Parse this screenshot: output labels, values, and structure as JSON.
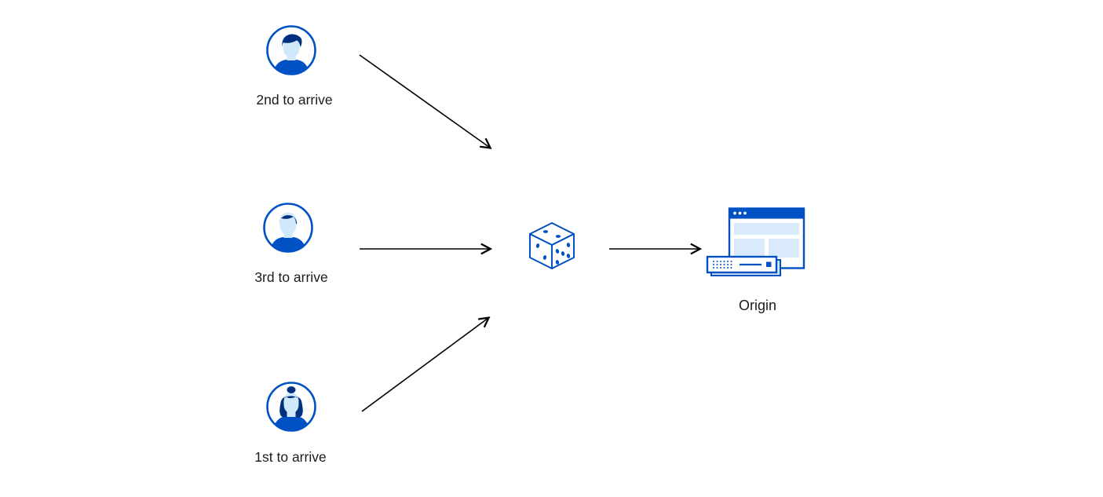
{
  "title": "Random traffic steering diagram",
  "colors": {
    "background": "#ffffff",
    "primary_blue": "#0051c3",
    "hair_blue": "#003080",
    "skin_light_blue": "#cfe9fb",
    "content_light_blue": "#d9eafc",
    "server_shadow_blue": "#cfe6fa",
    "arrow": "#000000",
    "text": "#1b1b1b"
  },
  "nodes": {
    "visitor_second": {
      "label": "2nd to arrive",
      "icon": "user-avatar-icon"
    },
    "visitor_third": {
      "label": "3rd to arrive",
      "icon": "user-avatar-icon"
    },
    "visitor_first": {
      "label": "1st to arrive",
      "icon": "user-avatar-icon"
    },
    "dice": {
      "label": "",
      "icon": "dice-icon"
    },
    "origin": {
      "label": "Origin",
      "icon": "origin-server-icon"
    }
  },
  "edges": [
    {
      "from": "visitor_second",
      "to": "dice"
    },
    {
      "from": "visitor_third",
      "to": "dice"
    },
    {
      "from": "visitor_first",
      "to": "dice"
    },
    {
      "from": "dice",
      "to": "origin"
    }
  ]
}
